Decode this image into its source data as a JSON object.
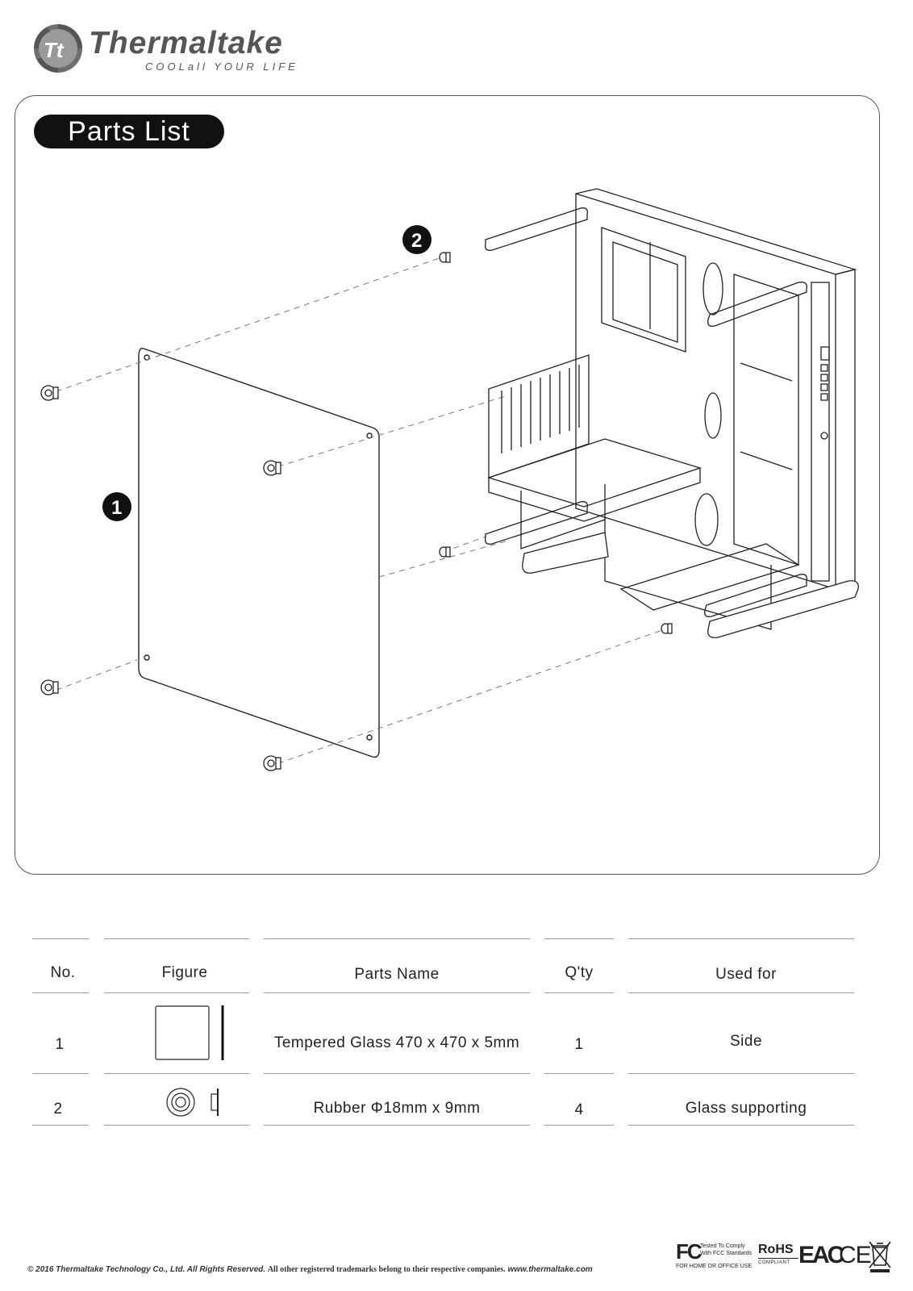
{
  "brand": {
    "name": "Thermaltake",
    "logo_initials": "Tt",
    "tagline": "COOLall YOUR LIFE"
  },
  "section": {
    "title": "Parts List"
  },
  "callouts": [
    "1",
    "2"
  ],
  "table": {
    "headers": [
      "No.",
      "Figure",
      "Parts Name",
      "Q'ty",
      "Used for"
    ],
    "rows": [
      {
        "no": "1",
        "name": "Tempered Glass 470 x 470 x 5mm",
        "qty": "1",
        "used_for": "Side",
        "figure_icon": "glass-panel-icon"
      },
      {
        "no": "2",
        "name": "Rubber Φ18mm x 9mm",
        "qty": "4",
        "used_for": "Glass supporting",
        "figure_icon": "rubber-grommet-icon"
      }
    ]
  },
  "footer": {
    "copyright": "© 2016 Thermaltake Technology Co., Ltd. All Rights Reserved.",
    "trademark": "All other registered trademarks belong to their respective companies.",
    "website": "www.thermaltake.com",
    "fcc_line1": "Tested To Comply",
    "fcc_line2": "With FCC Standards",
    "fcc_line3": "FOR HOME OR OFFICE USE",
    "fcc_mark": "FC",
    "rohs_mark": "RoHS",
    "rohs_sub": "COMPLIANT",
    "eac_mark": "EAC",
    "ce_mark": "CE"
  },
  "colors": {
    "pill_bg": "#111111",
    "line": "#999999",
    "brand_gray": "#555555"
  }
}
